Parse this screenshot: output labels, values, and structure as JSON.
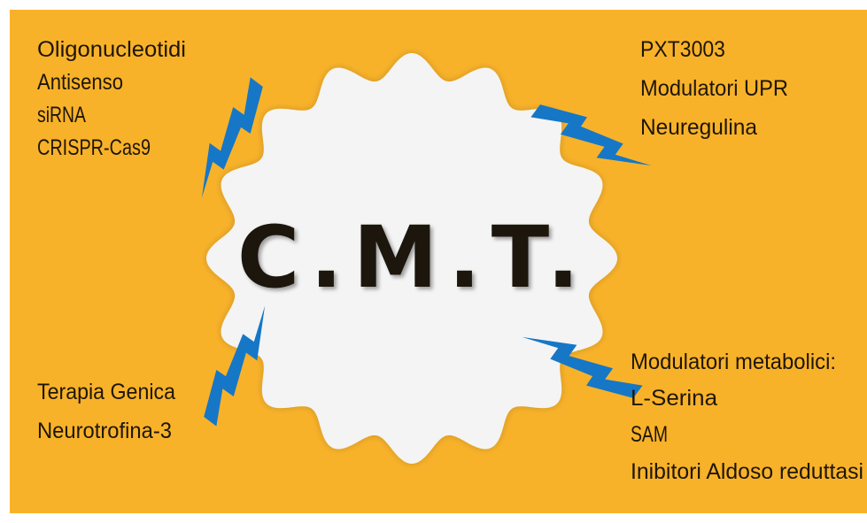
{
  "center": {
    "title": "C.M.T.",
    "background_color": "#f4f4f4"
  },
  "colors": {
    "frame": "#f8b22a",
    "bolt": "#1677c7",
    "text": "#1e1608"
  },
  "groups": {
    "top_left": [
      "Oligonucleotidi",
      "Antisenso",
      "siRNA",
      "CRISPR-Cas9"
    ],
    "top_right": [
      "PXT3003",
      "Modulatori UPR",
      "Neuregulina"
    ],
    "bottom_left": [
      "Terapia Genica",
      "Neurotrofina-3"
    ],
    "bottom_right": [
      "Modulatori metabolici:",
      "L-Serina",
      "SAM",
      "Inibitori Aldoso reduttasi"
    ]
  }
}
